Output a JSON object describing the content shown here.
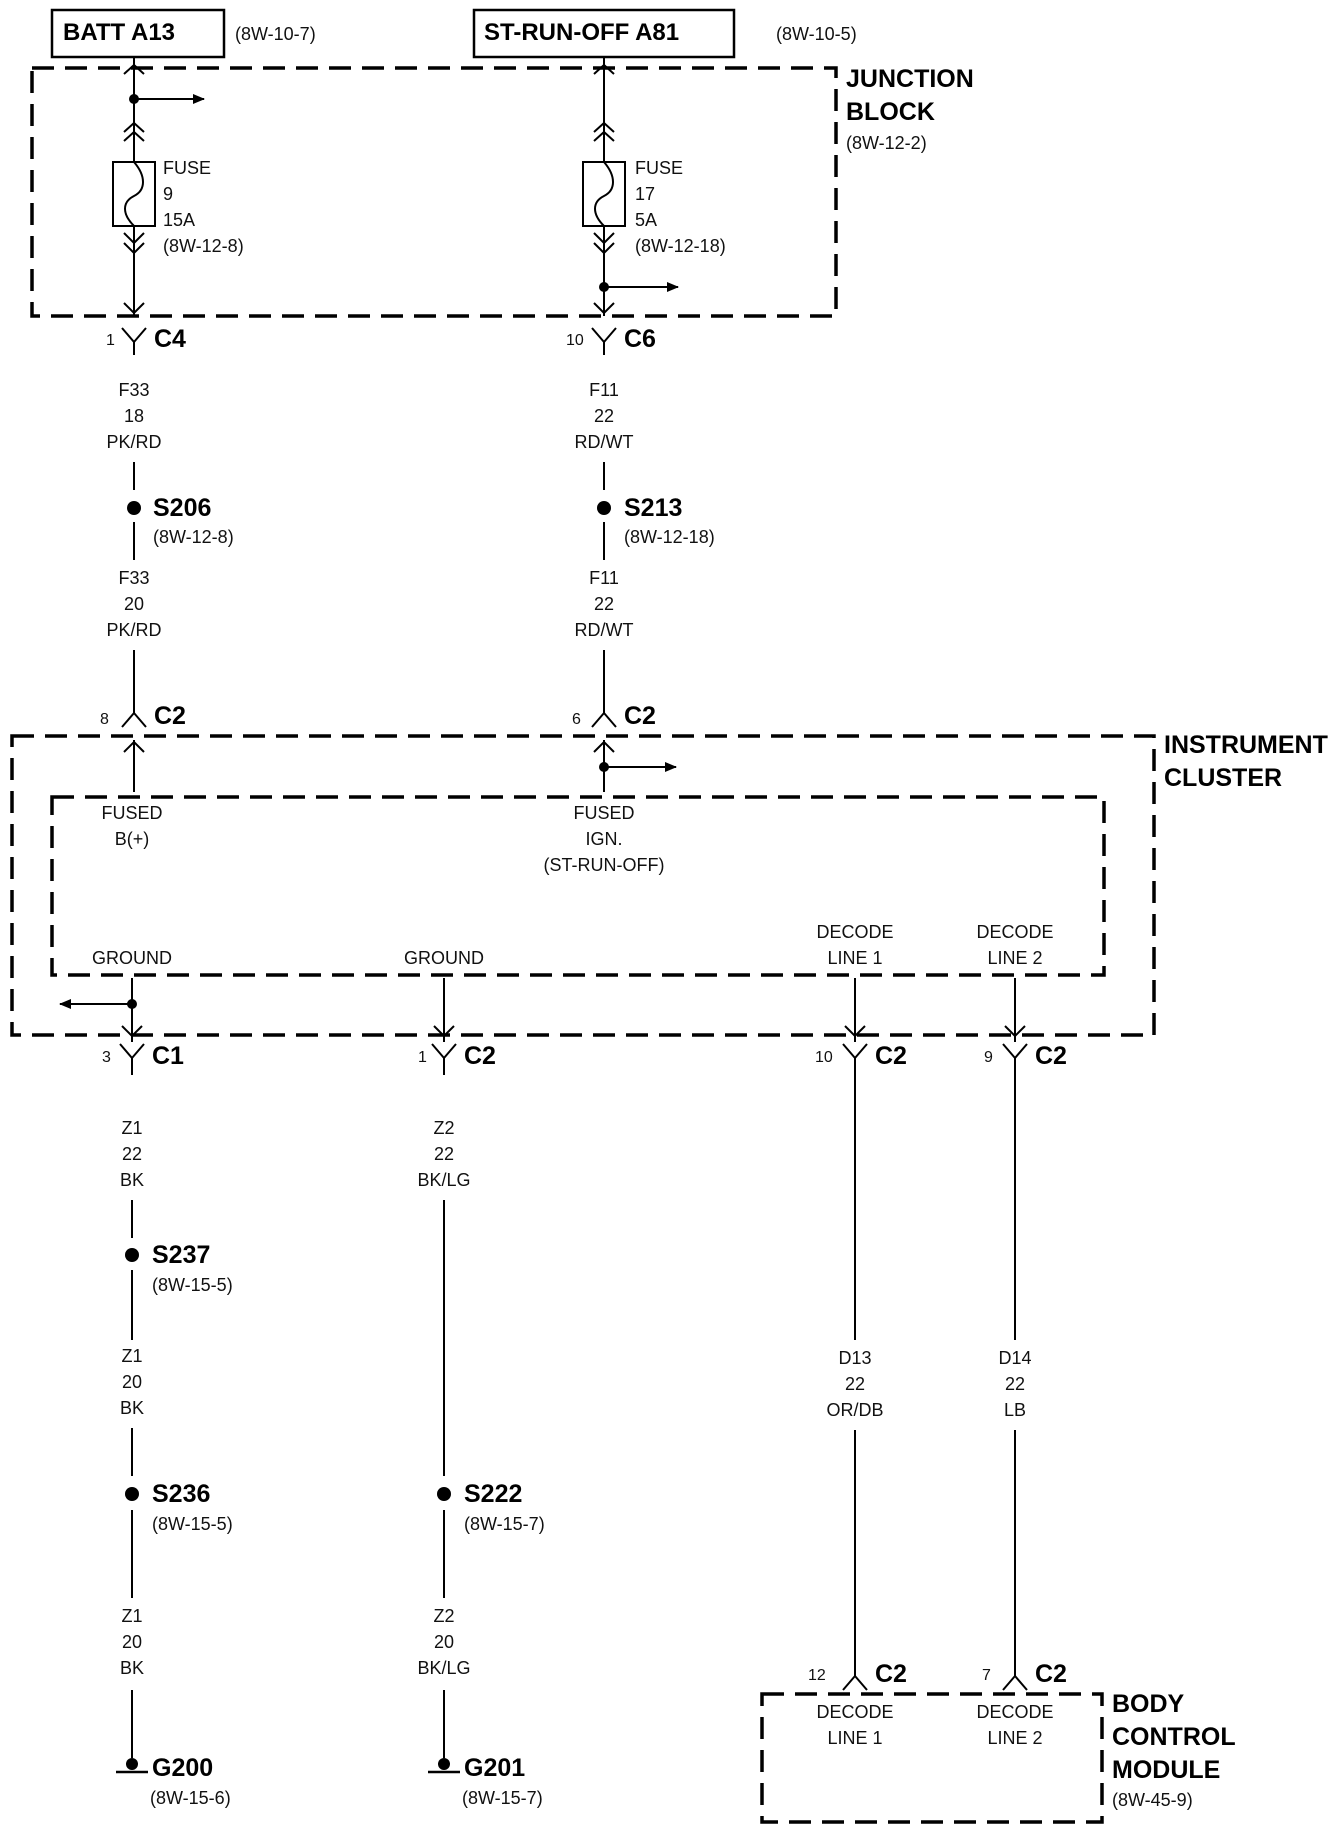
{
  "sources": {
    "batt": {
      "name": "BATT A13",
      "ref": "(8W-10-7)"
    },
    "strun": {
      "name": "ST-RUN-OFF A81",
      "ref": "(8W-10-5)"
    }
  },
  "junction_block": {
    "line1": "JUNCTION",
    "line2": "BLOCK",
    "ref": "(8W-12-2)"
  },
  "fuse9": {
    "word": "FUSE",
    "num": "9",
    "amps": "15A",
    "ref": "(8W-12-8)"
  },
  "fuse17": {
    "word": "FUSE",
    "num": "17",
    "amps": "5A",
    "ref": "(8W-12-18)"
  },
  "connectors": {
    "c4_top": {
      "pin": "1",
      "name": "C4"
    },
    "c6_top": {
      "pin": "10",
      "name": "C6"
    },
    "c2_b": {
      "pin": "8",
      "name": "C2"
    },
    "c2_ign": {
      "pin": "6",
      "name": "C2"
    },
    "c1_gnd": {
      "pin": "3",
      "name": "C1"
    },
    "c2_gnd": {
      "pin": "1",
      "name": "C2"
    },
    "c2_dec1": {
      "pin": "10",
      "name": "C2"
    },
    "c2_dec2": {
      "pin": "9",
      "name": "C2"
    },
    "bcm_c2_1": {
      "pin": "12",
      "name": "C2"
    },
    "bcm_c2_2": {
      "pin": "7",
      "name": "C2"
    }
  },
  "wires": {
    "f33_a": {
      "circuit": "F33",
      "gauge": "18",
      "color": "PK/RD"
    },
    "f33_b": {
      "circuit": "F33",
      "gauge": "20",
      "color": "PK/RD"
    },
    "f11_a": {
      "circuit": "F11",
      "gauge": "22",
      "color": "RD/WT"
    },
    "f11_b": {
      "circuit": "F11",
      "gauge": "22",
      "color": "RD/WT"
    },
    "z1_a": {
      "circuit": "Z1",
      "gauge": "22",
      "color": "BK"
    },
    "z1_b": {
      "circuit": "Z1",
      "gauge": "20",
      "color": "BK"
    },
    "z1_c": {
      "circuit": "Z1",
      "gauge": "20",
      "color": "BK"
    },
    "z2_a": {
      "circuit": "Z2",
      "gauge": "22",
      "color": "BK/LG"
    },
    "z2_b": {
      "circuit": "Z2",
      "gauge": "20",
      "color": "BK/LG"
    },
    "d13": {
      "circuit": "D13",
      "gauge": "22",
      "color": "OR/DB"
    },
    "d14": {
      "circuit": "D14",
      "gauge": "22",
      "color": "LB"
    }
  },
  "splices": {
    "s206": {
      "name": "S206",
      "ref": "(8W-12-8)"
    },
    "s213": {
      "name": "S213",
      "ref": "(8W-12-18)"
    },
    "s237": {
      "name": "S237",
      "ref": "(8W-15-5)"
    },
    "s236": {
      "name": "S236",
      "ref": "(8W-15-5)"
    },
    "s222": {
      "name": "S222",
      "ref": "(8W-15-7)"
    }
  },
  "grounds": {
    "g200": {
      "name": "G200",
      "ref": "(8W-15-6)"
    },
    "g201": {
      "name": "G201",
      "ref": "(8W-15-7)"
    }
  },
  "instrument_cluster": {
    "line1": "INSTRUMENT",
    "line2": "CLUSTER",
    "fused_b_1": "FUSED",
    "fused_b_2": "B(+)",
    "fused_ign_1": "FUSED",
    "fused_ign_2": "IGN.",
    "fused_ign_3": "(ST-RUN-OFF)",
    "ground1": "GROUND",
    "ground2": "GROUND",
    "decode1_1": "DECODE",
    "decode1_2": "LINE 1",
    "decode2_1": "DECODE",
    "decode2_2": "LINE 2"
  },
  "bcm": {
    "line1": "BODY",
    "line2": "CONTROL",
    "line3": "MODULE",
    "ref": "(8W-45-9)",
    "decode1_1": "DECODE",
    "decode1_2": "LINE 1",
    "decode2_1": "DECODE",
    "decode2_2": "LINE 2"
  }
}
